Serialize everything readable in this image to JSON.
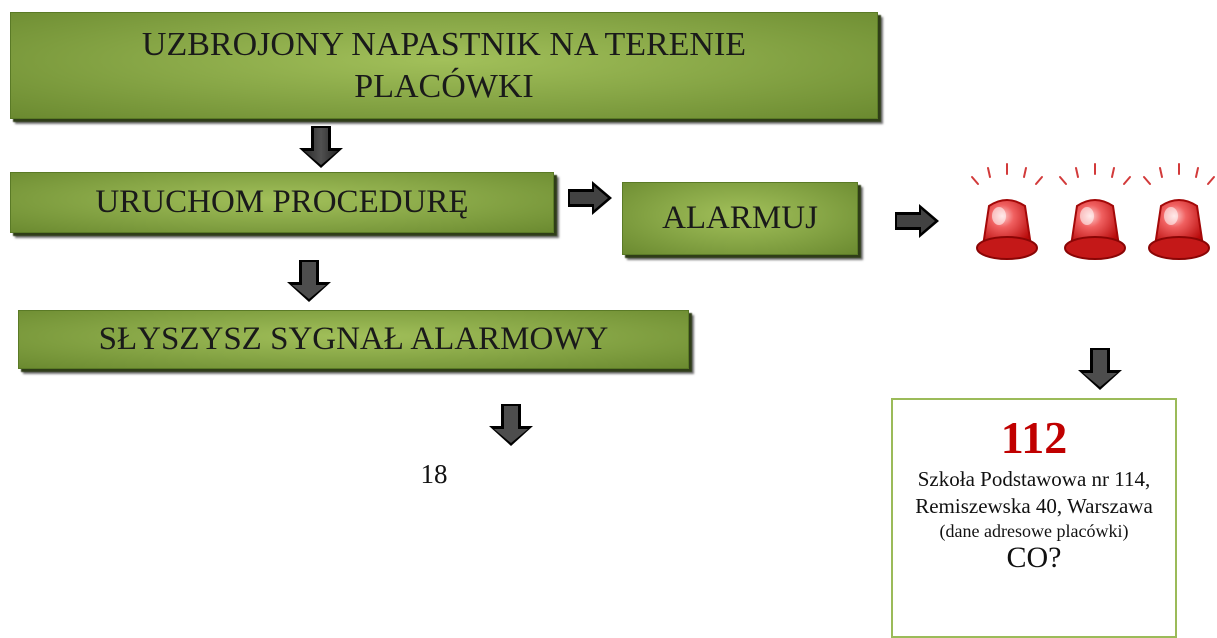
{
  "flow": {
    "step1": "UZBROJONY NAPASTNIK NA TERENIE PLACÓWKI",
    "step2": "URUCHOM PROCEDURĘ",
    "alarm": "ALARMUJ",
    "step3": "SŁYSZYSZ SYGNAŁ ALARMOWY",
    "next_number": "18"
  },
  "emergency": {
    "number": "112",
    "address": "Szkoła Podstawowa nr 114, Remiszewska 40, Warszawa",
    "note": "(dane adresowe placówki)",
    "cut_text": "CO?"
  },
  "icons": {
    "arrow": "block-arrow-icon",
    "siren": "red-siren-icon"
  },
  "colors": {
    "box_fill": "#87a646",
    "box_border": "#5a7a26",
    "accent_red": "#c00000",
    "panel_border": "#9bbb59"
  }
}
